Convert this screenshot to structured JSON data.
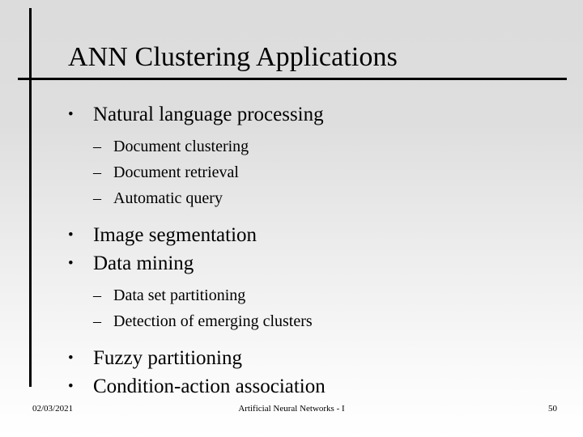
{
  "slide": {
    "title": "ANN Clustering Applications",
    "background_top_color": "#dcdcdc",
    "background_bottom_color": "#ffffff",
    "rule_color": "#000000",
    "text_color": "#000000",
    "bullet_marker": "•",
    "subbullet_marker": "–",
    "groups": [
      {
        "bullets": [
          {
            "level": 1,
            "text": "Natural language processing"
          },
          {
            "level": 2,
            "text": "Document clustering"
          },
          {
            "level": 2,
            "text": "Document retrieval"
          },
          {
            "level": 2,
            "text": "Automatic query"
          }
        ]
      },
      {
        "bullets": [
          {
            "level": 1,
            "text": "Image segmentation"
          },
          {
            "level": 1,
            "text": "Data mining"
          },
          {
            "level": 2,
            "text": "Data set partitioning"
          },
          {
            "level": 2,
            "text": "Detection of emerging clusters"
          }
        ]
      },
      {
        "bullets": [
          {
            "level": 1,
            "text": "Fuzzy partitioning"
          },
          {
            "level": 1,
            "text": "Condition-action association"
          }
        ]
      }
    ]
  },
  "footer": {
    "date": "02/03/2021",
    "center": "Artificial Neural Networks - I",
    "page_number": "50"
  }
}
